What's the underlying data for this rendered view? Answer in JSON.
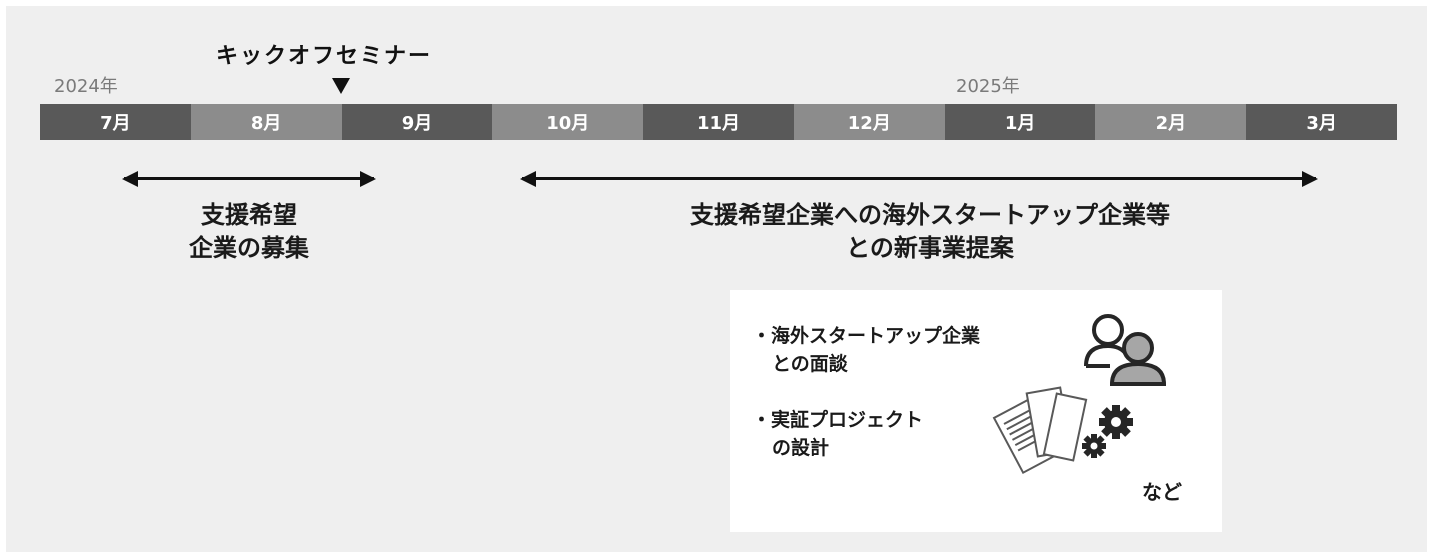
{
  "kickoff": {
    "label": "キックオフセミナー"
  },
  "years": {
    "start": "2024年",
    "end": "2025年"
  },
  "months": [
    {
      "label": "7月",
      "shade": "dark"
    },
    {
      "label": "8月",
      "shade": "light"
    },
    {
      "label": "9月",
      "shade": "dark"
    },
    {
      "label": "10月",
      "shade": "light"
    },
    {
      "label": "11月",
      "shade": "dark"
    },
    {
      "label": "12月",
      "shade": "light"
    },
    {
      "label": "1月",
      "shade": "dark"
    },
    {
      "label": "2月",
      "shade": "light"
    },
    {
      "label": "3月",
      "shade": "dark"
    }
  ],
  "phases": [
    {
      "line1": "支援希望",
      "line2": "企業の募集"
    },
    {
      "line1": "支援希望企業への海外スタートアップ企業等",
      "line2": "との新事業提案"
    }
  ],
  "details": {
    "items": [
      {
        "line1": "・海外スタートアップ企業",
        "line2": "との面談",
        "icon": "people-icon"
      },
      {
        "line1": "・実証プロジェクト",
        "line2": "の設計",
        "icon": "documents-gears-icon"
      }
    ],
    "etc": "など"
  },
  "colors": {
    "panel": "#efefef",
    "month_dark": "#595959",
    "month_light": "#8c8c8c",
    "year_text": "#7a7a7a",
    "arrow": "#111111"
  }
}
